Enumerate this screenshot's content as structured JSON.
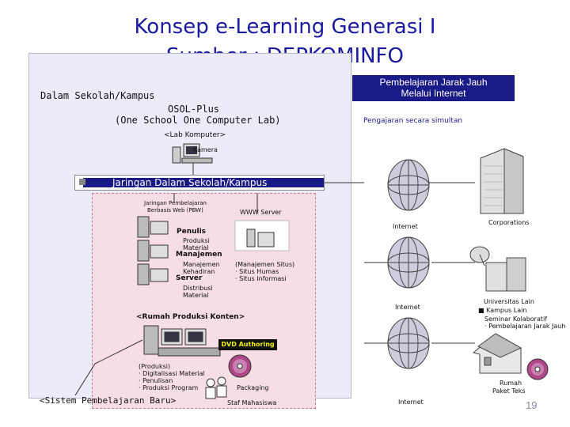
{
  "title": {
    "line1": "Konsep e-Learning Generasi I",
    "line2": "Sumber : DEPKOMINFO"
  },
  "left": {
    "campus_heading": "Dalam Sekolah/Kampus",
    "osol_line1": "OSOL-Plus",
    "osol_line2": "(One School One Computer Lab)",
    "lab_label": "<Lab Komputer>",
    "camera_label": "Kamera",
    "lan_label": "Jaringan Dalam Sekolah/Kampus",
    "wbl_line1": "Jaringan Pembelajaran",
    "wbl_line2": "Berbasis Web (PBW)",
    "www_server": "WWW Server",
    "penulis": "Penulis",
    "produksi_line1": "Produksi",
    "produksi_line2": "Material",
    "manajemen": "Manajemen",
    "manajemen_kehadiran_line1": "Manajemen",
    "manajemen_kehadiran_line2": "Kehadiran",
    "server": "Server",
    "distribusi_line1": "Distribusi",
    "distribusi_line2": "Material",
    "site_line1": "(Manajemen Situs)",
    "site_line2": "· Situs Humas",
    "site_line3": "· Situs Informasi",
    "rumah_produksi": "<Rumah Produksi Konten>",
    "dvd_authoring": "DVD Authoring",
    "prod_line1": "(Produksi)",
    "prod_line2": "· Digitalisasi Material",
    "prod_line3": "· Penulisan",
    "prod_line4": "· Produksi Program",
    "packaging": "Packaging",
    "sistem": "<Sistem Pembelajaran Baru>",
    "staf": "Staf Mahasiswa"
  },
  "right": {
    "banner_line1": "Pembelajaran Jarak Jauh",
    "banner_line2": "Melalui Internet",
    "simultan": "Pengajaran secara simultan",
    "internet_1": "Internet",
    "corporations": "Corporations",
    "internet_2": "Internet",
    "univ_line1": "Universitas Lain",
    "univ_line2": "■ Kampus Lain",
    "univ_line3": "Seminar Kolaboratif",
    "univ_line4": "· Pembelajaran Jarak Jauh",
    "internet_3": "Internet",
    "rumah_line1": "Rumah",
    "rumah_line2": "Paket Teks"
  },
  "page_number": "19",
  "colors": {
    "title": "#1a1aa0",
    "banner": "#1a1a86",
    "panel": "#ececf8",
    "school_area": "#f7dde4",
    "dvd_label_bg": "#111111",
    "dvd_label_text": "#f0f000"
  },
  "icons": [
    "globe-icon",
    "computer-icon",
    "server-icon",
    "building-icon",
    "satellite-dish-icon",
    "house-icon",
    "dvd-icon",
    "people-icon",
    "camera-icon"
  ]
}
